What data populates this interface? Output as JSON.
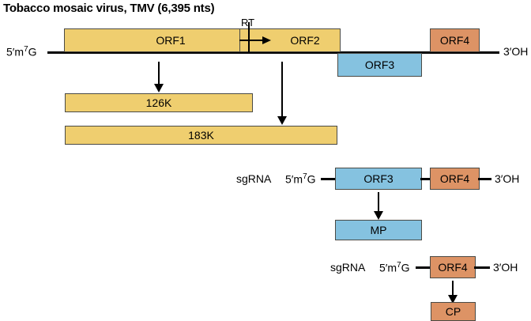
{
  "figure": {
    "title": "Tobacco mosaic virus, TMV (6,395 nts)",
    "organism": "Tobacco mosaic virus",
    "abbreviation": "TMV",
    "genome_length": "6,395 nts"
  },
  "colors": {
    "yellow": "#efce6f",
    "blue": "#85c2e0",
    "orange": "#dd9365",
    "stroke": "#4a4a45",
    "line": "#000000",
    "background": "#ffffff"
  },
  "genome": {
    "five_prime_label": "5′m⁷G",
    "five_prime_base": "5′m",
    "five_prime_sup": "7",
    "five_prime_tail": "G",
    "three_prime_label": "3′OH",
    "readthrough_label": "RT",
    "orfs": [
      {
        "label": "ORF1",
        "color": "yellow"
      },
      {
        "label": "ORF2",
        "color": "yellow"
      },
      {
        "label": "ORF3",
        "color": "blue"
      },
      {
        "label": "ORF4",
        "color": "orange"
      }
    ]
  },
  "products": {
    "p126": {
      "label": "126K",
      "color": "yellow"
    },
    "p183": {
      "label": "183K",
      "color": "yellow"
    }
  },
  "sgrna_mp": {
    "row_label": "sgRNA",
    "five_prime_label": "5′m⁷G",
    "three_prime_label": "3′OH",
    "orf_a": "ORF3",
    "orf_b": "ORF4",
    "product": "MP"
  },
  "sgrna_cp": {
    "row_label": "sgRNA",
    "five_prime_label": "5′m⁷G",
    "three_prime_label": "3′OH",
    "orf_a": "ORF4",
    "product": "CP"
  }
}
